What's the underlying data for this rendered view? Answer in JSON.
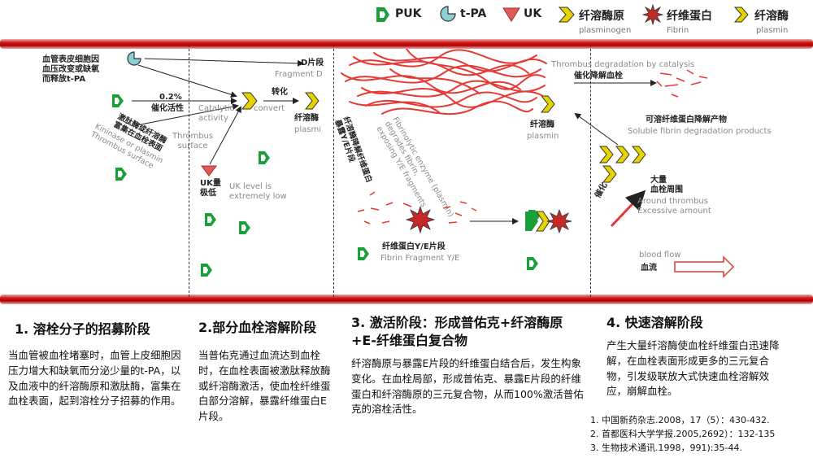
{
  "legend": {
    "puk": "PUK",
    "tpa": "t-PA",
    "uk": "UK",
    "plasminogen": "纤溶酶原",
    "plasminogen_en": "plasminogen",
    "fibrin": "纤维蛋白",
    "fibrin_en": "Fibrin",
    "plasmin": "纤溶酶",
    "plasmin_en": "plasmin"
  },
  "diagram": {
    "endothelial": [
      "血管表皮细胞因",
      "血压改变或缺氧",
      "而释放t-PA"
    ],
    "percent": "0.2%",
    "catalytic_cn": "催化活性",
    "catalytic_en": [
      "Catalytic",
      "activity"
    ],
    "d_fragment_cn": "D片段",
    "d_fragment_en": "Fragment D",
    "convert_cn": "转化",
    "convert_en": "convert",
    "plasmin_cn_1": "纤溶酶",
    "plasmin_en_1": "plasmi",
    "kininase_cn": [
      "激肽酶或纤溶酶",
      "富集在血栓表面"
    ],
    "thrombus_surface_en": [
      "Thrombus",
      "surface"
    ],
    "kininase_en": [
      "Kininase or plasmin",
      "Thrombus surface"
    ],
    "uk_low_cn": [
      "UK量",
      "极低"
    ],
    "uk_low_en": [
      "UK level is",
      "extremely low"
    ],
    "fibrinolytic_cn": [
      "纤溶酶降解纤维蛋白",
      "暴露Y/E片段"
    ],
    "fibrinolytic_en": [
      "Fibrinolytic enzyme (plasmin)",
      "degrades fibrin,",
      "exposing Y/E fragments"
    ],
    "plasmin_cn_2": "纤溶酶",
    "plasmin_en_2": "plasmin",
    "fragment_ye_cn": "纤维蛋白Y/E片段",
    "fragment_ye_en": "Fibrin  Fragment Y/E",
    "degradation_en": "Thrombus degradation by catalysis",
    "degradation_cn": "催化降解血栓",
    "soluble_cn": "可溶纤维蛋白降解产物",
    "soluble_en": "Soluble fibrin degradation products",
    "large_amount_cn": [
      "大量",
      "血栓周围"
    ],
    "large_amount_en": [
      "Around thrombus",
      "Excessive amount"
    ],
    "catalyze_cn": "催化",
    "blood_flow_en": "blood flow",
    "blood_flow_cn": "血流"
  },
  "stages": [
    {
      "title": "1. 溶栓分子的招募阶段",
      "text": "当血管被血栓堵塞时，血管上皮细胞因压力增大和缺氧而分泌少量的t-PA，以及血液中的纤溶酶原和激肽酶，富集在血栓表面，起到溶栓分子招募的作用。"
    },
    {
      "title": "2.部分血栓溶解阶段",
      "text": "当普佑克通过血流达到血栓时，在血栓表面被激肽释放酶或纤溶酶激活，使血栓纤维蛋白部分溶解，暴露纤维蛋白E片段。"
    },
    {
      "title": "3. 激活阶段：形成普佑克+纤溶酶原+E-纤维蛋白复合物",
      "text": "纤溶酶原与暴露E片段的纤维蛋白结合后，发生构象变化。在血栓局部，形成普佑克、暴露E片段的纤维蛋白和纤溶酶原的三元复合物，从而100%激活普佑克的溶栓活性。"
    },
    {
      "title": "4. 快速溶解阶段",
      "text": "产生大量纤溶酶使血栓纤维蛋白迅速降解，在血栓表面形成更多的三元复合物，引发级联放大式快速血栓溶解效应，崩解血栓。"
    }
  ],
  "references": [
    "1.    中国新药杂志.2008，17（5）：430-432.",
    "2.    首都医科大学学报.2005,2692）：132-135",
    "3.    生物技术通讯.1998，991):35-44."
  ],
  "colors": {
    "puk": "#1aa03a",
    "tpa": "#8ad0d4",
    "uk": "#e05a5a",
    "plasminogen": "#e6d400",
    "fibrin": "#c62828",
    "vessel": "#c80a0a"
  }
}
